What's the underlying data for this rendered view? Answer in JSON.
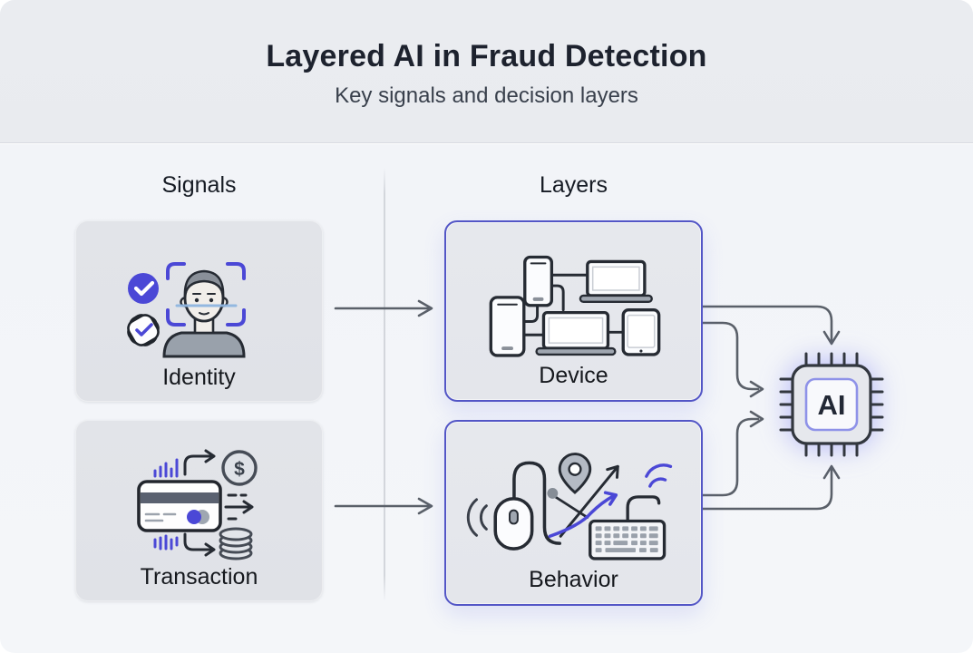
{
  "header": {
    "title": "Layered AI in Fraud Detection",
    "subtitle": "Key signals and decision layers"
  },
  "columns": {
    "signals": {
      "label": "Signals"
    },
    "layers": {
      "label": "Layers"
    }
  },
  "cards": {
    "identity": {
      "label": "Identity"
    },
    "transaction": {
      "label": "Transaction",
      "coin_symbol": "$"
    },
    "device": {
      "label": "Device"
    },
    "behavior": {
      "label": "Behavior"
    }
  },
  "chip": {
    "label": "AI"
  },
  "icons": {
    "identity_card": [
      "check-circle-icon",
      "verified-badge-icon",
      "face-scan-icon"
    ],
    "transaction_card": [
      "signal-bars-icon",
      "credit-card-icon",
      "dollar-coin-icon",
      "transfer-arrow-icon",
      "coin-stack-icon"
    ],
    "device_card": [
      "smartphone-icon",
      "laptop-icon",
      "tablet-icon",
      "network-links-icon"
    ],
    "behavior_card": [
      "mouse-icon",
      "location-pin-icon",
      "gesture-path-icon",
      "trend-arrow-icon",
      "keyboard-icon",
      "wifi-arcs-icon"
    ],
    "output": [
      "ai-chip-icon"
    ]
  },
  "connections": [
    "identity-to-device",
    "transaction-to-behavior",
    "device-to-chip-top",
    "device-to-chip-left",
    "behavior-to-chip-left",
    "behavior-to-chip-bottom"
  ],
  "colors": {
    "accent": "#4B48D6",
    "ink": "#262B33",
    "arrow": "#5A6069",
    "scan_line": "#8FB6E0",
    "signal_card_bg": "#E0E2E7",
    "layer_card_bg": "#E4E6EB",
    "layer_card_border": "#5356C6",
    "header_bg": "#E9EBEF",
    "body_bg": "#F2F4F8",
    "title_color": "#1D222E",
    "subtitle_color": "#39404C",
    "chip_body": "#E6E8ED",
    "chip_inner": "#F8F9FC",
    "metal": "#9FA6B0",
    "device_fill": "#FBFCFE",
    "badge_fill": "#FDFDFE"
  }
}
